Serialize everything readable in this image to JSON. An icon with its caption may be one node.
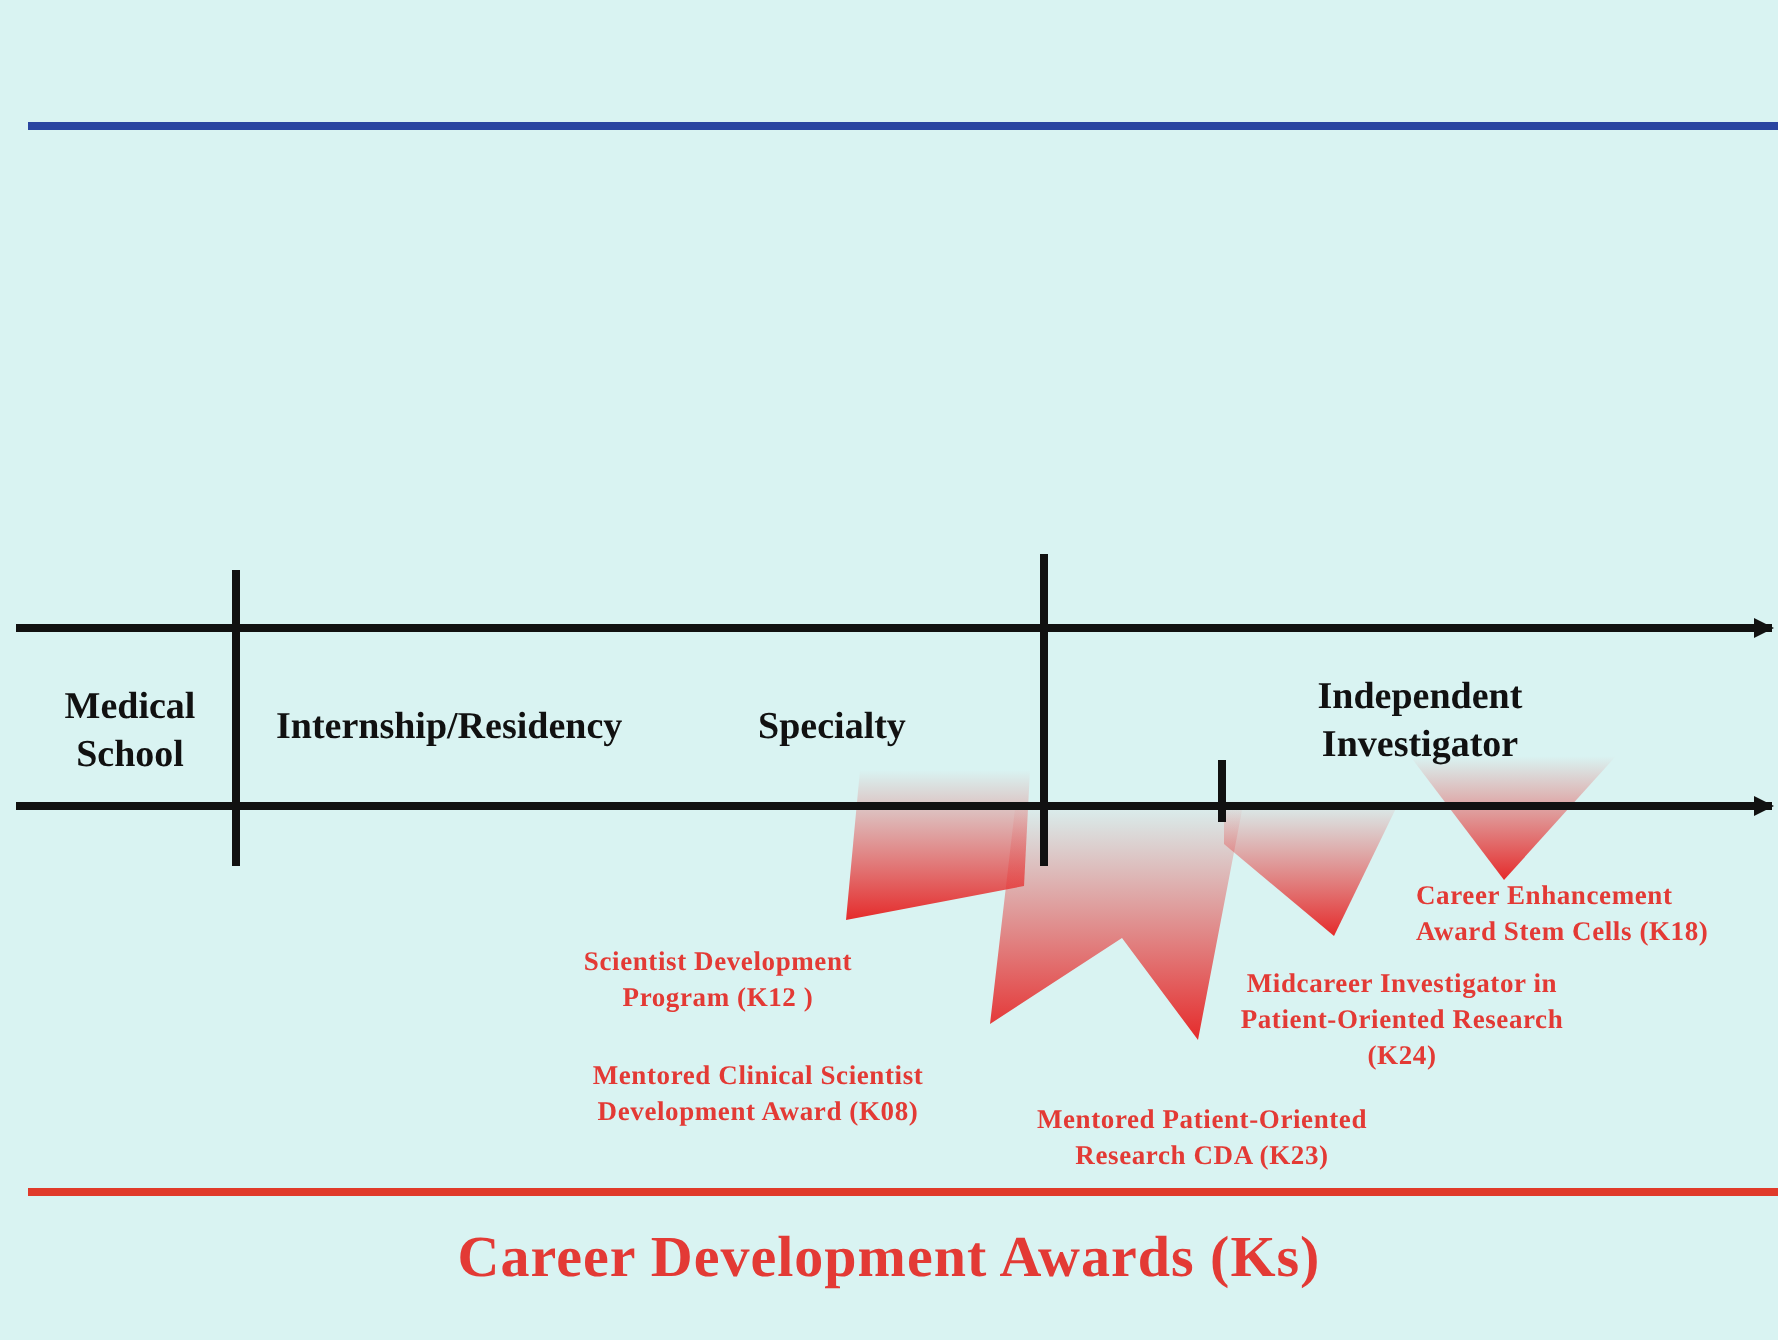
{
  "diagram": {
    "title": "Career Development Awards (Ks)",
    "labels": [
      "Medical School",
      "Internship/Residency",
      "Specialty",
      "Independent Investigator",
      "Career Enhancement Award Stem Cells (K18)",
      "Scientist Development Program (K12 )",
      "Midcareer Investigator in Patient-Oriented Research (K24)",
      "Mentored Clinical Scientist Development Award (K08)",
      "Mentored Patient-Oriented Research CDA (K23)"
    ]
  }
}
